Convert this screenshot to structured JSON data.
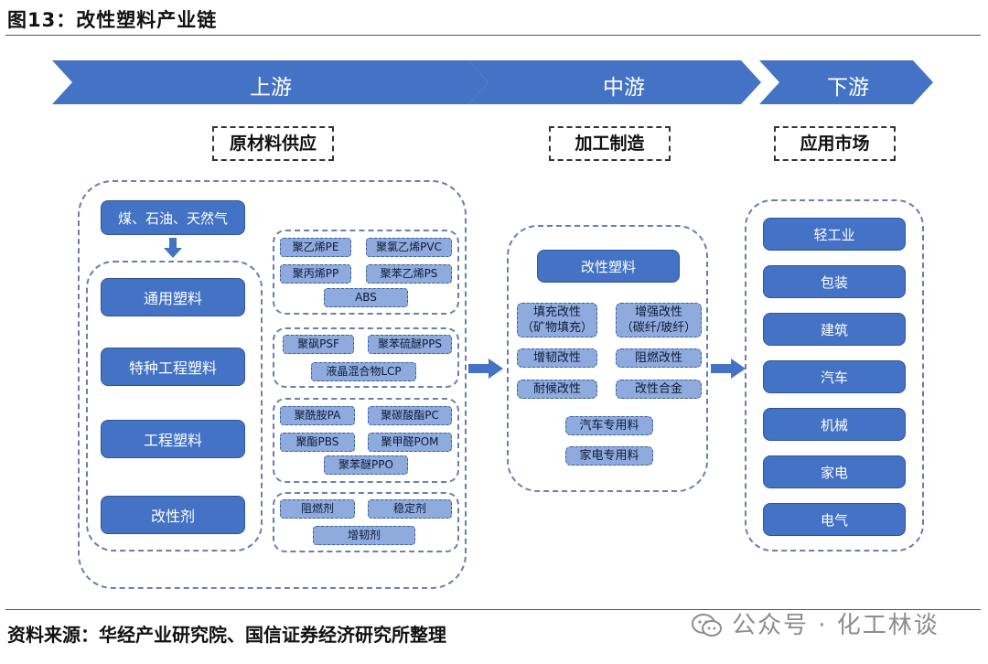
{
  "title": "图13：改性塑料产业链",
  "source": "资料来源：华经产业研究院、国信证券经济研究所整理",
  "watermark": "公众号 · 化工林谈",
  "colors": {
    "chevron": "#4472c4",
    "solid": "#4472c4",
    "pill": "#8faadc",
    "dashed": "#6b7fa8"
  },
  "stages": [
    "上游",
    "中游",
    "下游"
  ],
  "headers": [
    "原材料供应",
    "加工制造",
    "应用市场"
  ],
  "upstream": {
    "raw": "煤、石油、天然气",
    "categories": [
      "通用塑料",
      "特种工程塑料",
      "工程塑料",
      "改性剂"
    ],
    "general": [
      "聚乙烯PE",
      "聚氯乙烯PVC",
      "聚丙烯PP",
      "聚苯乙烯PS",
      "ABS"
    ],
    "special": [
      "聚砜PSF",
      "聚苯硫醚PPS",
      "液晶混合物LCP"
    ],
    "engineering": [
      "聚酰胺PA",
      "聚碳酸酯PC",
      "聚酯PBS",
      "聚甲醛POM",
      "聚苯醚PPO"
    ],
    "modifiers": [
      "阻燃剂",
      "稳定剂",
      "增韧剂"
    ]
  },
  "midstream": {
    "main": "改性塑料",
    "methods": [
      "填充改性\n（矿物填充）",
      "增强改性\n（碳纤/玻纤）",
      "增韧改性",
      "阻燃改性",
      "耐候改性",
      "改性合金"
    ],
    "special": [
      "汽车专用料",
      "家电专用料"
    ]
  },
  "downstream": {
    "markets": [
      "轻工业",
      "包装",
      "建筑",
      "汽车",
      "机械",
      "家电",
      "电气"
    ]
  }
}
